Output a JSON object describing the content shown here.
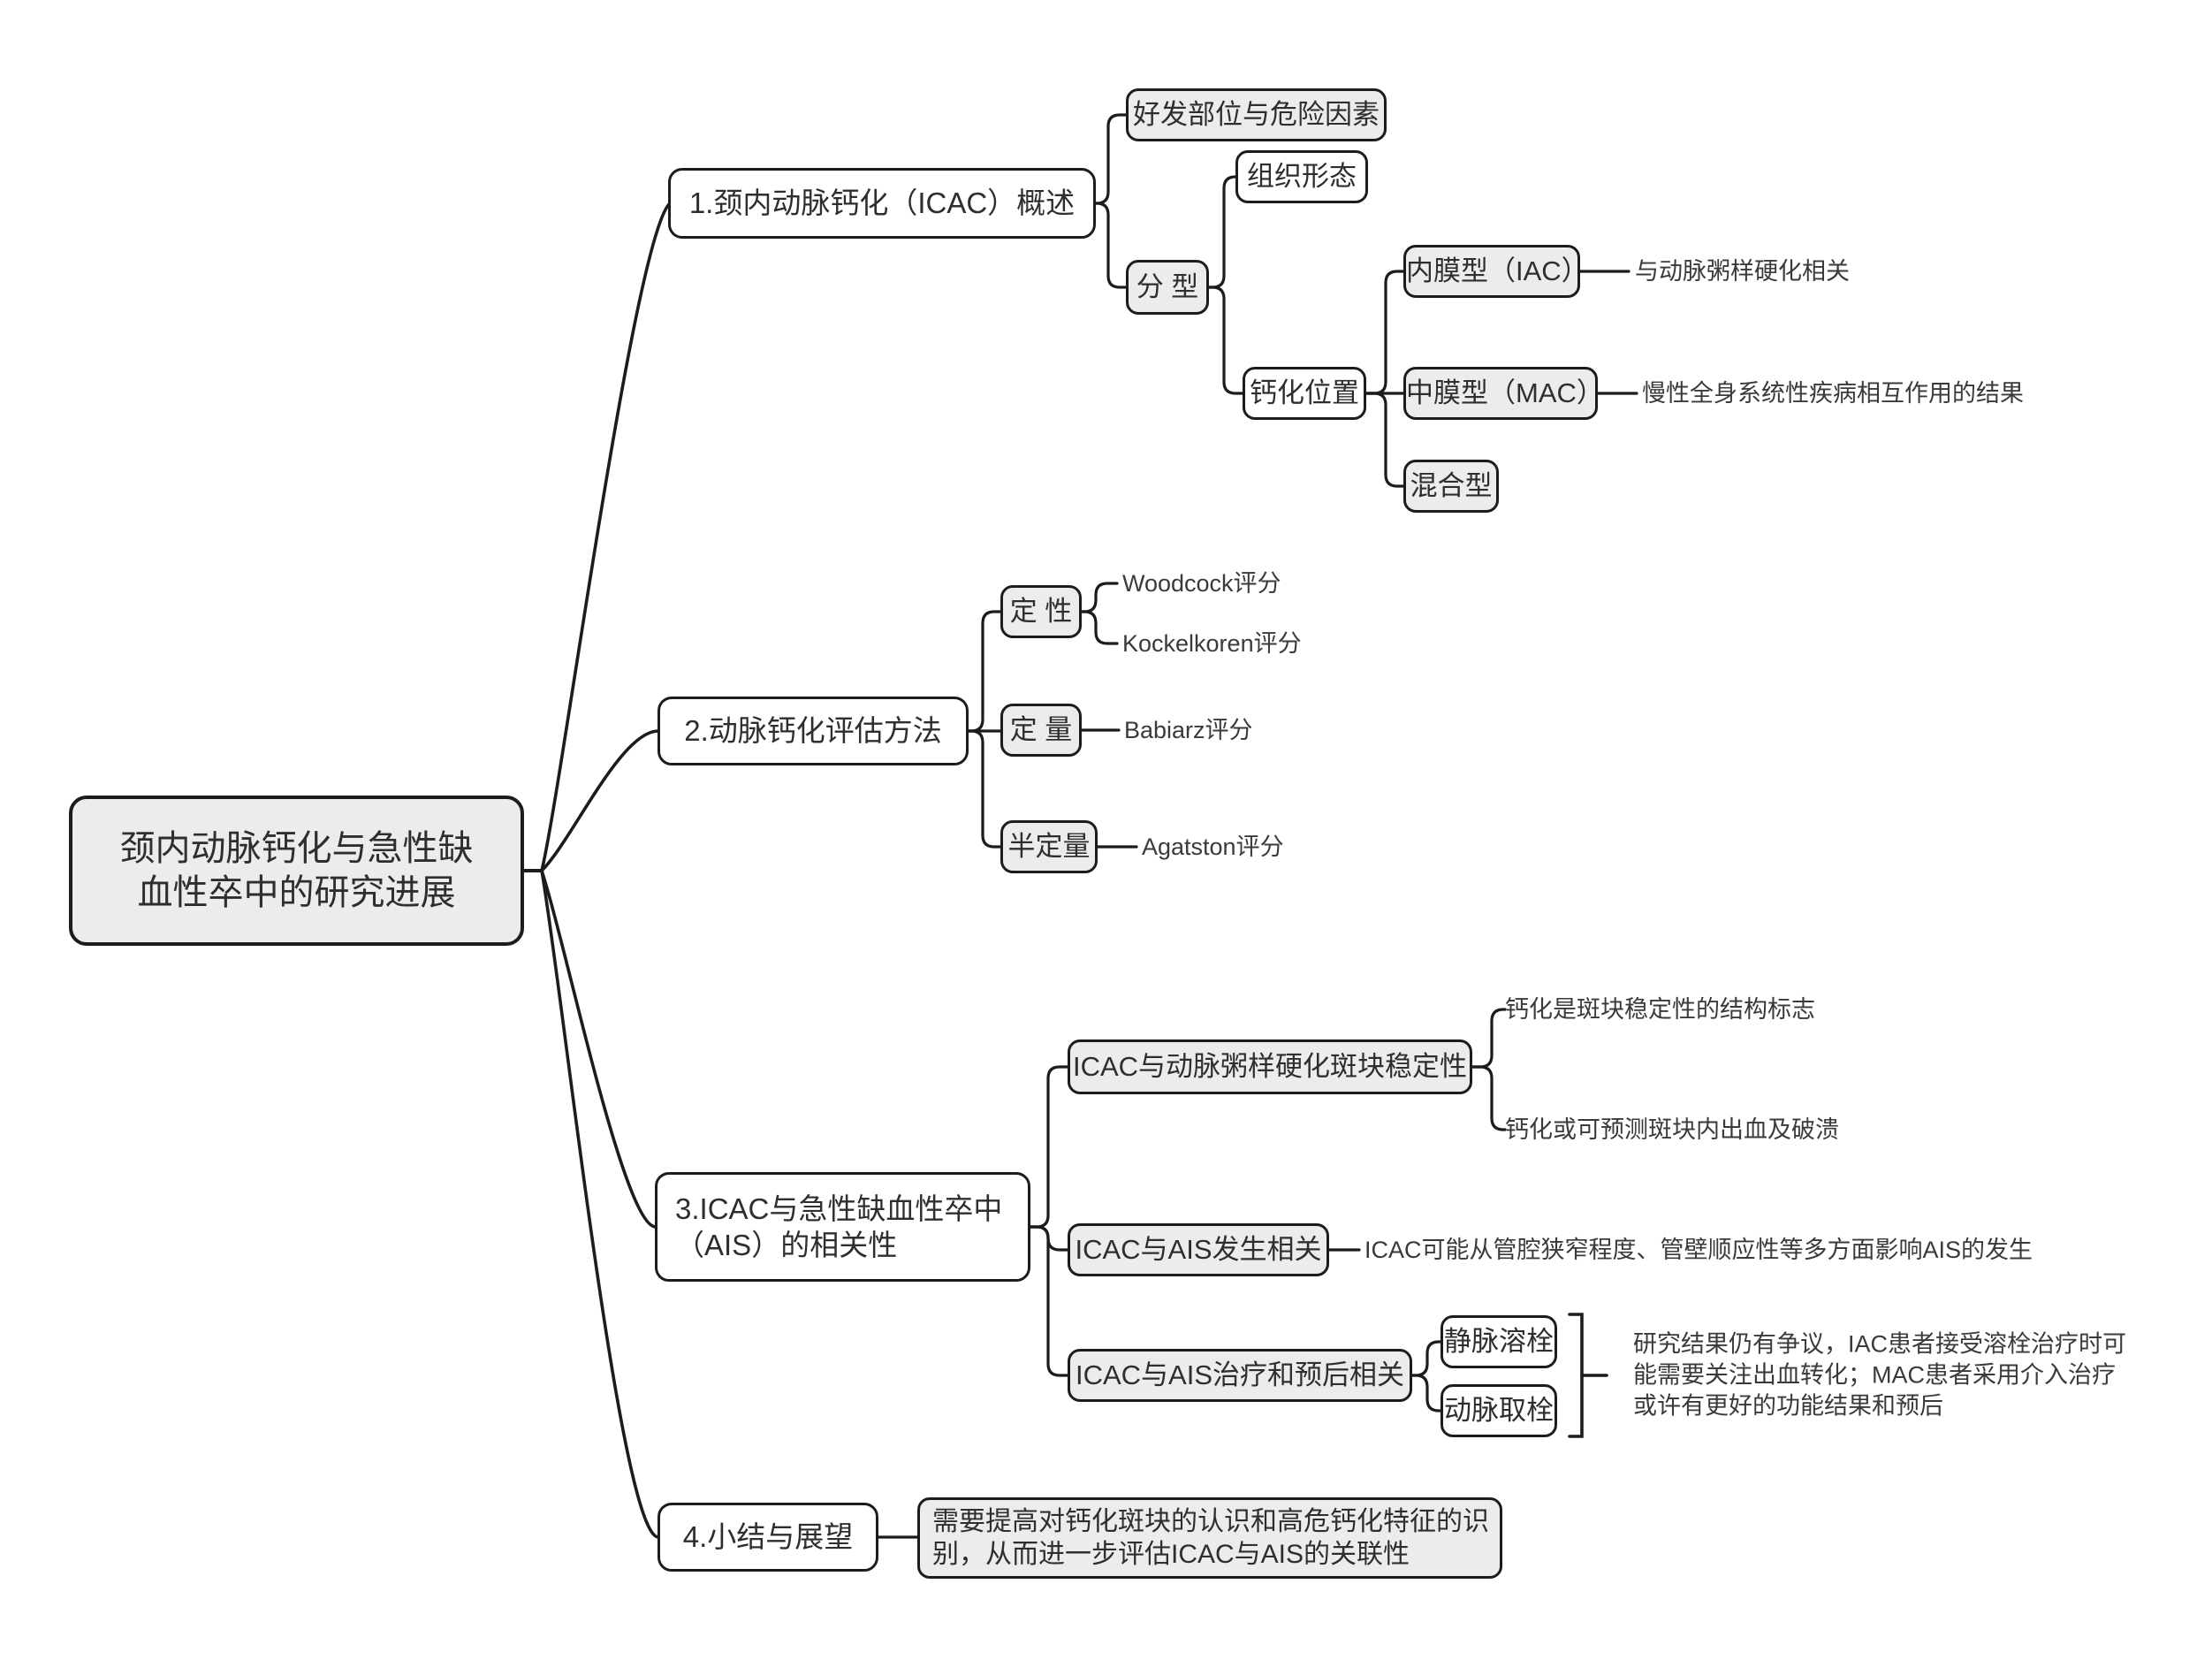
{
  "colors": {
    "background": "#ffffff",
    "node_fill_gray": "#ececec",
    "node_fill_white": "#ffffff",
    "border": "#1c1c1c",
    "line": "#1c1c1c",
    "node_text": "#2e2e2e",
    "note_text": "#3a3a3a"
  },
  "mindmap": {
    "root": {
      "label": "颈内动脉钙化与急性缺\n血性卒中的研究进展"
    },
    "branches": [
      {
        "label": "1.颈内动脉钙化（ICAC）概述",
        "children": [
          {
            "label": "好发部位与危险因素"
          },
          {
            "label": "分 型",
            "children": [
              {
                "label": "组织形态"
              },
              {
                "label": "钙化位置",
                "children": [
                  {
                    "label": "内膜型（IAC）",
                    "note": "与动脉粥样硬化相关"
                  },
                  {
                    "label": "中膜型（MAC）",
                    "note": "慢性全身系统性疾病相互作用的结果"
                  },
                  {
                    "label": "混合型"
                  }
                ]
              }
            ]
          }
        ]
      },
      {
        "label": "2.动脉钙化评估方法",
        "children": [
          {
            "label": "定 性",
            "children": [
              {
                "label": "Woodcock评分"
              },
              {
                "label": "Kockelkoren评分"
              }
            ]
          },
          {
            "label": "定 量",
            "children": [
              {
                "label": "Babiarz评分"
              }
            ]
          },
          {
            "label": "半定量",
            "children": [
              {
                "label": "Agatston评分"
              }
            ]
          }
        ]
      },
      {
        "label": "3.ICAC与急性缺血性卒中\n（AIS）的相关性",
        "children": [
          {
            "label": "ICAC与动脉粥样硬化斑块稳定性",
            "children": [
              {
                "label": "钙化是斑块稳定性的结构标志"
              },
              {
                "label": "钙化或可预测斑块内出血及破溃"
              }
            ]
          },
          {
            "label": "ICAC与AIS发生相关",
            "note": "ICAC可能从管腔狭窄程度、管壁顺应性等多方面影响AIS的发生"
          },
          {
            "label": "ICAC与AIS治疗和预后相关",
            "note": "研究结果仍有争议，IAC患者接受溶栓治疗时可\n能需要关注出血转化；MAC患者采用介入治疗\n或许有更好的功能结果和预后",
            "children": [
              {
                "label": "静脉溶栓"
              },
              {
                "label": "动脉取栓"
              }
            ]
          }
        ]
      },
      {
        "label": "4.小结与展望",
        "children": [
          {
            "label": "需要提高对钙化斑块的认识和高危钙化特征的识\n别，从而进一步评估ICAC与AIS的关联性"
          }
        ]
      }
    ]
  }
}
